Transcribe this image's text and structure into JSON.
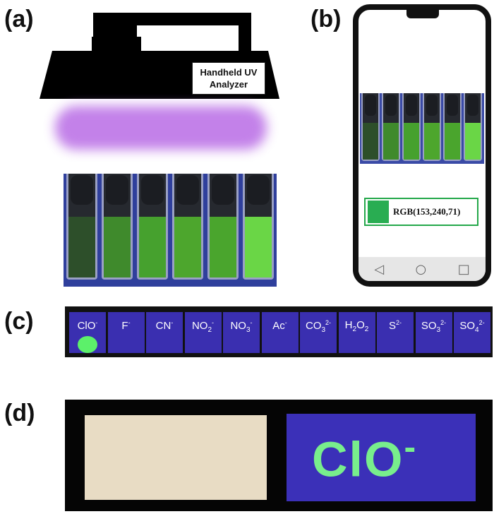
{
  "panels": {
    "a": "(a)",
    "b": "(b)",
    "c": "(c)",
    "d": "(d)"
  },
  "analyzer": {
    "line1": "Handheld UV",
    "line2": "Analyzer"
  },
  "vial_colors": [
    "#2d4f2a",
    "#3f8a2c",
    "#46a12e",
    "#4da62d",
    "#4aa52d",
    "#6ad646"
  ],
  "phone": {
    "rgb_label": "RGB(153,240,71)",
    "nav": [
      "◁",
      "○",
      "□"
    ]
  },
  "strip": {
    "ions": [
      {
        "base": "ClO",
        "sub": "",
        "sup": "-"
      },
      {
        "base": "F",
        "sub": "",
        "sup": "-"
      },
      {
        "base": "CN",
        "sub": "",
        "sup": "-"
      },
      {
        "base": "NO",
        "sub": "2",
        "sup": "-"
      },
      {
        "base": "NO",
        "sub": "3",
        "sup": "-"
      },
      {
        "base": "Ac",
        "sub": "",
        "sup": "-"
      },
      {
        "base": "CO",
        "sub": "3",
        "sup": "2-"
      },
      {
        "base": "H",
        "sub": "2",
        "sup": "",
        "tail": "O",
        "tail_sub": "2"
      },
      {
        "base": "S",
        "sub": "",
        "sup": "2-"
      },
      {
        "base": "SO",
        "sub": "3",
        "sup": "2-"
      },
      {
        "base": "SO",
        "sub": "4",
        "sup": "2-"
      }
    ]
  },
  "paper": {
    "written": "ClO",
    "written_sup": "-"
  },
  "colors": {
    "uv_purple": "#c07be8",
    "uv_blue": "#3a2fb0",
    "fluorescent_green": "#5cf06a",
    "rgb_green": "#29ad52"
  }
}
